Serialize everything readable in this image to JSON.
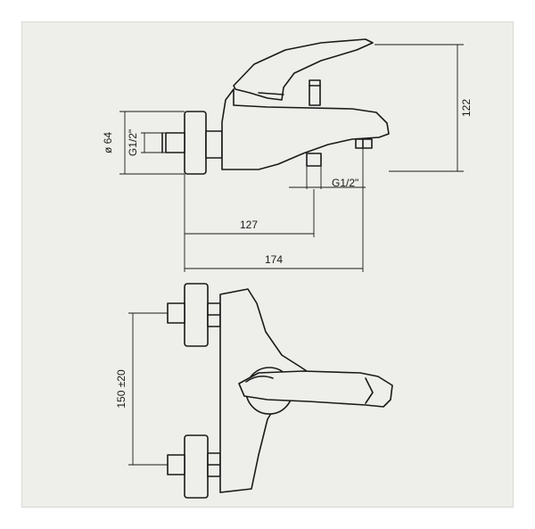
{
  "dimensions": {
    "height_total": "122",
    "body_diameter": "ø 64",
    "thread_inlet": "G1/2\"",
    "thread_outlet": "G1/2\"",
    "offset_outlet": "127",
    "length_total": "174",
    "center_distance": "150 ±20"
  },
  "colors": {
    "background": "#eeeeea",
    "line": "#1a1a1a"
  }
}
